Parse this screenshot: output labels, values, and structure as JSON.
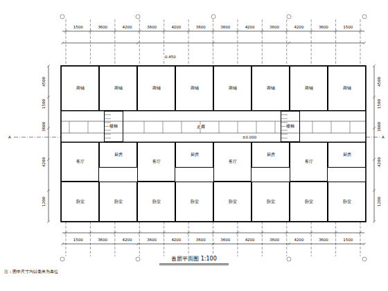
{
  "diagram": {
    "title": "首层平面图 1:100",
    "nodes": [
      {
        "text": [
          "商铺"
        ]
      },
      {
        "text": [
          "商铺"
        ]
      },
      {
        "text": [
          "商铺"
        ]
      },
      {
        "text": [
          "商铺"
        ]
      },
      {
        "text": [
          "商铺"
        ]
      },
      {
        "text": [
          "商铺"
        ]
      },
      {
        "text": [
          "商铺"
        ]
      },
      {
        "text": [
          "商铺"
        ]
      },
      {
        "text": [
          "楼梯"
        ]
      },
      {
        "text": [
          "楼梯"
        ]
      },
      {
        "text": [
          "客厅"
        ]
      },
      {
        "text": [
          "厨房"
        ]
      },
      {
        "text": [
          "卧室"
        ]
      },
      {
        "text": [
          "卧室"
        ]
      },
      {
        "text": [
          "客厅"
        ]
      },
      {
        "text": [
          "厨房"
        ]
      },
      {
        "text": [
          "卧室"
        ]
      },
      {
        "text": [
          "卧室"
        ]
      },
      {
        "text": [
          "客厅"
        ]
      },
      {
        "text": [
          "厨房"
        ]
      },
      {
        "text": [
          "卧室"
        ]
      },
      {
        "text": [
          "卧室"
        ]
      },
      {
        "text": [
          "客厅"
        ]
      },
      {
        "text": [
          "厨房"
        ]
      },
      {
        "text": [
          "卧室"
        ]
      },
      {
        "text": [
          "卧室"
        ]
      }
    ],
    "labels": [
      "1500",
      "3600",
      "4200",
      "3600",
      "4200",
      "3600",
      "3600",
      "4200",
      "3600",
      "4200",
      "3600",
      "1500",
      "1500",
      "3600",
      "4200",
      "3600",
      "4200",
      "3600",
      "3600",
      "4200",
      "3600",
      "4200",
      "3600",
      "1500",
      "4500",
      "1500",
      "3600",
      "4200",
      "1200",
      "4500",
      "1500",
      "3600",
      "4200",
      "1200",
      "A",
      "A",
      "走廊",
      "-0.450",
      "注：图中尺寸均以毫米为单位",
      "±0.000"
    ]
  }
}
